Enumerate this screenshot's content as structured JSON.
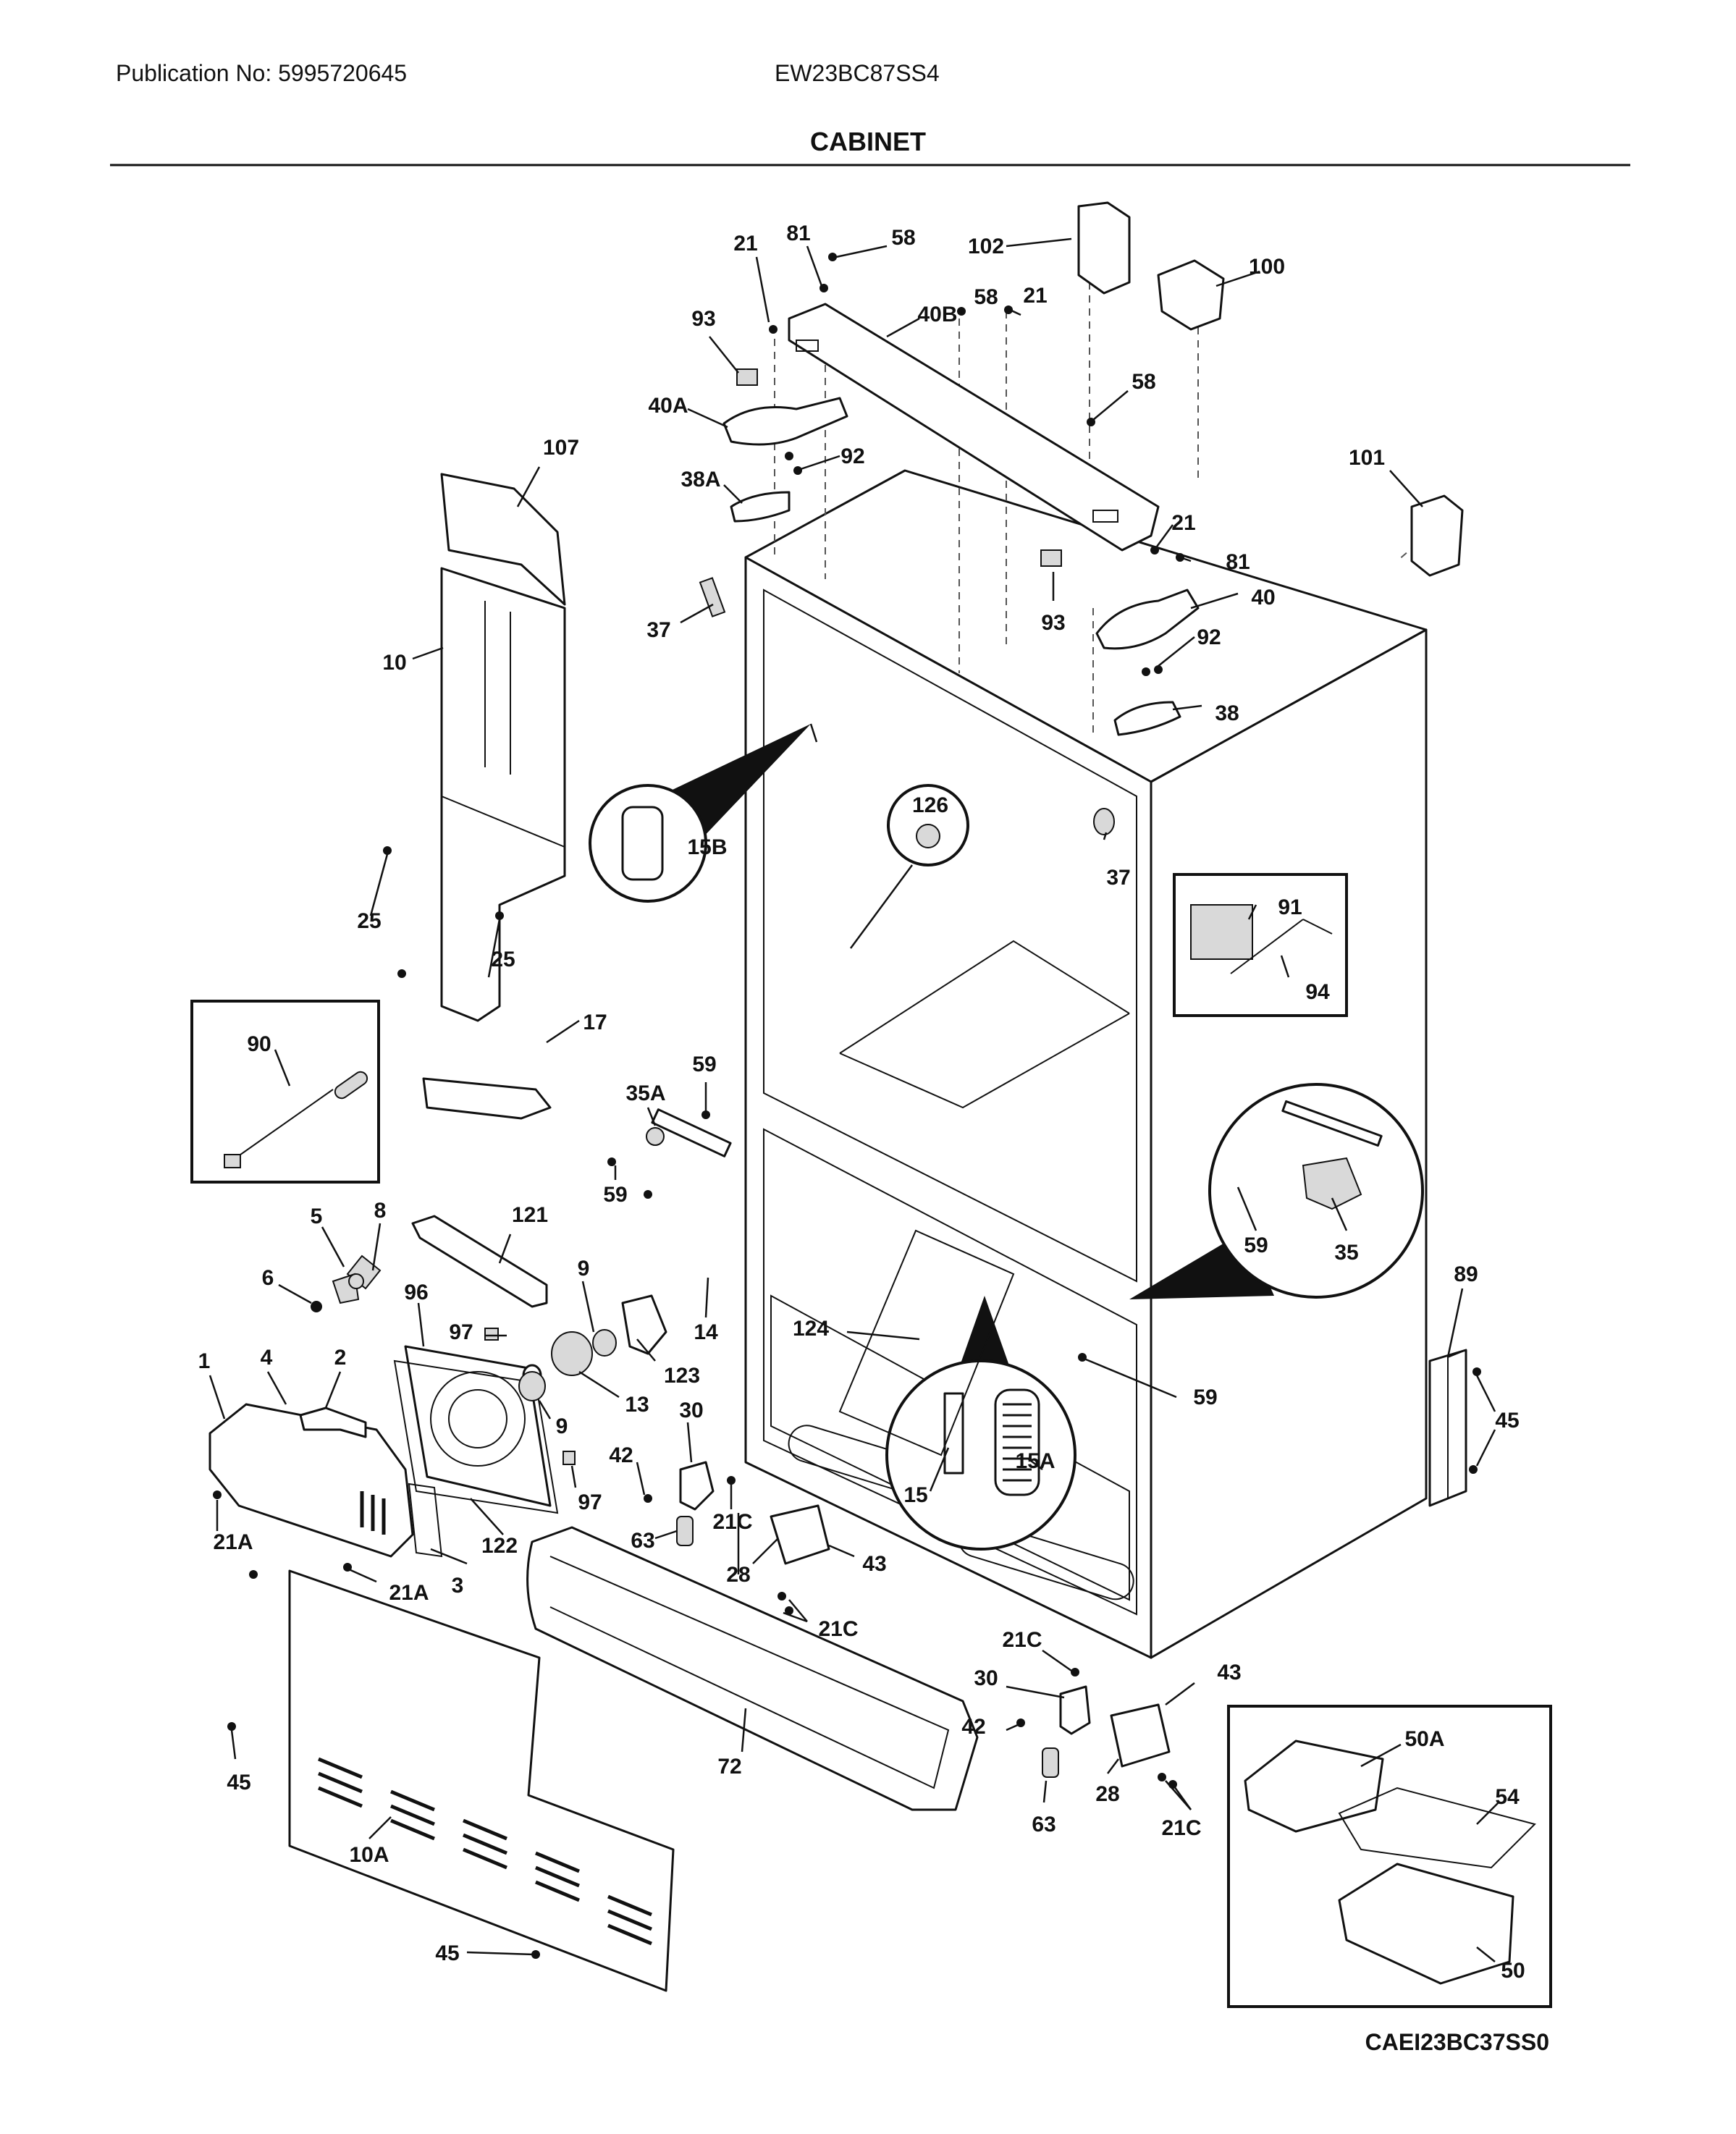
{
  "header": {
    "publication_no": "Publication No: 5995720645",
    "model": "EW23BC87SS4",
    "section_title": "CABINET"
  },
  "footer": {
    "diagram_code": "CAEI23BC37SS0"
  },
  "callouts": [
    {
      "id": "c-21-a",
      "label": "21"
    },
    {
      "id": "c-81-a",
      "label": "81"
    },
    {
      "id": "c-58-a",
      "label": "58"
    },
    {
      "id": "c-102",
      "label": "102"
    },
    {
      "id": "c-100",
      "label": "100"
    },
    {
      "id": "c-93-a",
      "label": "93"
    },
    {
      "id": "c-40b",
      "label": "40B"
    },
    {
      "id": "c-58-b",
      "label": "58"
    },
    {
      "id": "c-21-b",
      "label": "21"
    },
    {
      "id": "c-58-c",
      "label": "58"
    },
    {
      "id": "c-40a",
      "label": "40A"
    },
    {
      "id": "c-92-a",
      "label": "92"
    },
    {
      "id": "c-107",
      "label": "107"
    },
    {
      "id": "c-38a",
      "label": "38A"
    },
    {
      "id": "c-101",
      "label": "101"
    },
    {
      "id": "c-21-c",
      "label": "21"
    },
    {
      "id": "c-81-b",
      "label": "81"
    },
    {
      "id": "c-40",
      "label": "40"
    },
    {
      "id": "c-37-a",
      "label": "37"
    },
    {
      "id": "c-93-b",
      "label": "93"
    },
    {
      "id": "c-92-b",
      "label": "92"
    },
    {
      "id": "c-10",
      "label": "10"
    },
    {
      "id": "c-38",
      "label": "38"
    },
    {
      "id": "c-126",
      "label": "126"
    },
    {
      "id": "c-15b",
      "label": "15B"
    },
    {
      "id": "c-37-b",
      "label": "37"
    },
    {
      "id": "c-91",
      "label": "91"
    },
    {
      "id": "c-25-a",
      "label": "25"
    },
    {
      "id": "c-25-b",
      "label": "25"
    },
    {
      "id": "c-94",
      "label": "94"
    },
    {
      "id": "c-17",
      "label": "17"
    },
    {
      "id": "c-90",
      "label": "90"
    },
    {
      "id": "c-59-a",
      "label": "59"
    },
    {
      "id": "c-35a",
      "label": "35A"
    },
    {
      "id": "c-59-b",
      "label": "59"
    },
    {
      "id": "c-59-c",
      "label": "59"
    },
    {
      "id": "c-35",
      "label": "35"
    },
    {
      "id": "c-5",
      "label": "5"
    },
    {
      "id": "c-8",
      "label": "8"
    },
    {
      "id": "c-121",
      "label": "121"
    },
    {
      "id": "c-89",
      "label": "89"
    },
    {
      "id": "c-6",
      "label": "6"
    },
    {
      "id": "c-9-a",
      "label": "9"
    },
    {
      "id": "c-96",
      "label": "96"
    },
    {
      "id": "c-14",
      "label": "14"
    },
    {
      "id": "c-97-a",
      "label": "97"
    },
    {
      "id": "c-124",
      "label": "124"
    },
    {
      "id": "c-123",
      "label": "123"
    },
    {
      "id": "c-1",
      "label": "1"
    },
    {
      "id": "c-4",
      "label": "4"
    },
    {
      "id": "c-2",
      "label": "2"
    },
    {
      "id": "c-13",
      "label": "13"
    },
    {
      "id": "c-59-d",
      "label": "59"
    },
    {
      "id": "c-9-b",
      "label": "9"
    },
    {
      "id": "c-30-a",
      "label": "30"
    },
    {
      "id": "c-45-a",
      "label": "45"
    },
    {
      "id": "c-15a",
      "label": "15A"
    },
    {
      "id": "c-42-a",
      "label": "42"
    },
    {
      "id": "c-97-b",
      "label": "97"
    },
    {
      "id": "c-15",
      "label": "15"
    },
    {
      "id": "c-21c-a",
      "label": "21C"
    },
    {
      "id": "c-63-a",
      "label": "63"
    },
    {
      "id": "c-21a-a",
      "label": "21A"
    },
    {
      "id": "c-122",
      "label": "122"
    },
    {
      "id": "c-28-a",
      "label": "28"
    },
    {
      "id": "c-43-a",
      "label": "43"
    },
    {
      "id": "c-3",
      "label": "3"
    },
    {
      "id": "c-21a-b",
      "label": "21A"
    },
    {
      "id": "c-21c-b",
      "label": "21C"
    },
    {
      "id": "c-21c-c",
      "label": "21C"
    },
    {
      "id": "c-30-b",
      "label": "30"
    },
    {
      "id": "c-43-b",
      "label": "43"
    },
    {
      "id": "c-42-b",
      "label": "42"
    },
    {
      "id": "c-50a",
      "label": "50A"
    },
    {
      "id": "c-45-b",
      "label": "45"
    },
    {
      "id": "c-72",
      "label": "72"
    },
    {
      "id": "c-28-b",
      "label": "28"
    },
    {
      "id": "c-54",
      "label": "54"
    },
    {
      "id": "c-63-b",
      "label": "63"
    },
    {
      "id": "c-21c-d",
      "label": "21C"
    },
    {
      "id": "c-10a",
      "label": "10A"
    },
    {
      "id": "c-45-c",
      "label": "45"
    },
    {
      "id": "c-50",
      "label": "50"
    }
  ]
}
